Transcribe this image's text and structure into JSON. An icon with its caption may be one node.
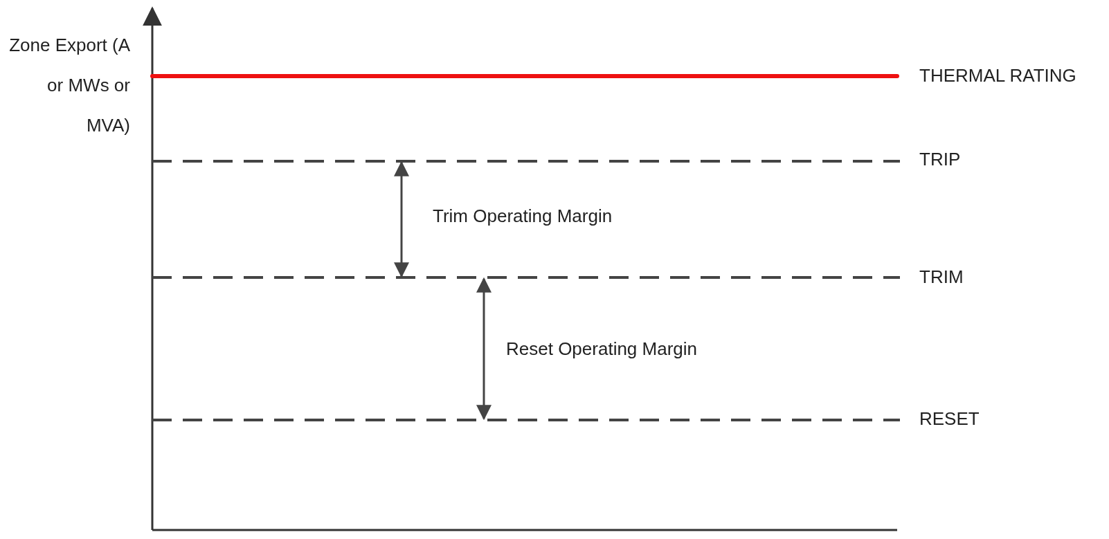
{
  "diagram": {
    "labels": [
      "Zone Export (A or MWs or MVA)",
      "THERMAL RATING",
      "TRIP",
      "Trim Operating Margin",
      "TRIM",
      "Reset Operating Margin",
      "RESET"
    ]
  }
}
